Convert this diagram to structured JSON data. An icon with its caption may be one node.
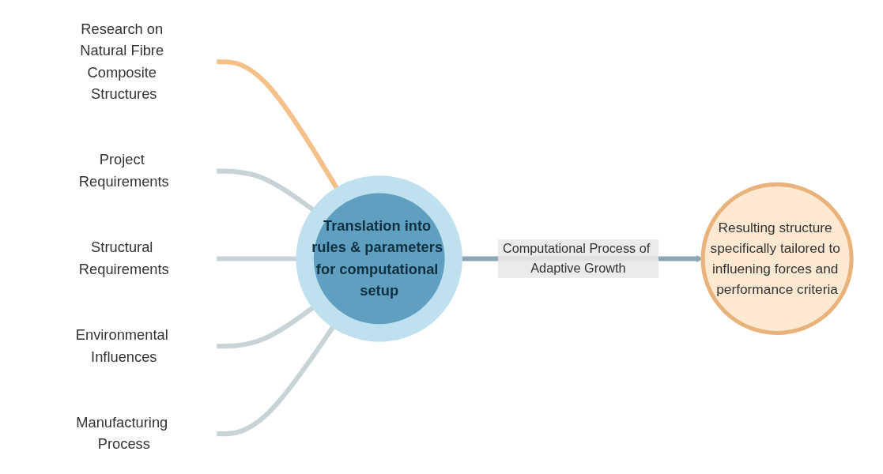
{
  "diagram": {
    "nodes": [
      {
        "text": [
          "Research on Natural Fibre Composite Structures"
        ]
      },
      {
        "text": [
          "Project Requirements"
        ]
      },
      {
        "text": [
          "Structural Requirements"
        ]
      },
      {
        "text": [
          "Environmental Influences"
        ]
      },
      {
        "text": [
          "Manufacturing Process"
        ]
      },
      {
        "text": [
          "Translation into rules & parameters for computational setup"
        ]
      },
      {
        "text": [
          "Resulting structure specifically tailored to influening forces and performance criteria"
        ]
      }
    ],
    "edges": [
      {
        "from": 0,
        "to": 5,
        "arrow": "to",
        "color": "#f5c08a"
      },
      {
        "from": 1,
        "to": 5,
        "arrow": "to"
      },
      {
        "from": 2,
        "to": 5,
        "arrow": "to"
      },
      {
        "from": 3,
        "to": 5,
        "arrow": "to"
      },
      {
        "from": 4,
        "to": 5,
        "arrow": "to"
      },
      {
        "from": 5,
        "to": 6,
        "label": "Computational Process of Adaptive Growth",
        "arrow": "to",
        "color": "#8ea5b3"
      }
    ]
  }
}
